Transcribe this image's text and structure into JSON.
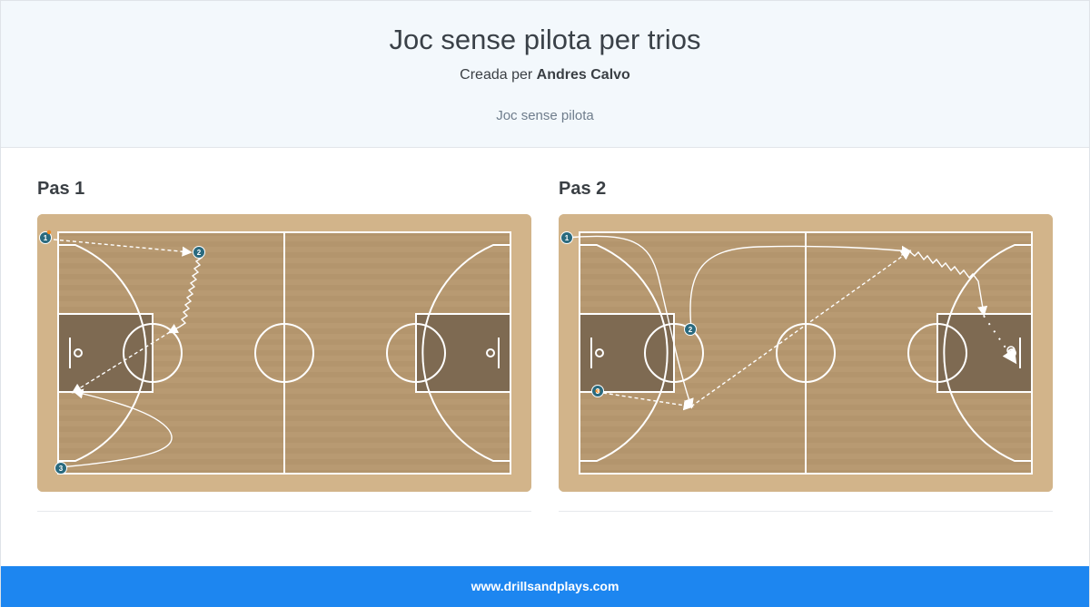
{
  "header": {
    "title": "Joc sense pilota per trios",
    "byline_prefix": "Creada per",
    "author": "Andres Calvo",
    "subtitle": "Joc sense pilota"
  },
  "steps": [
    {
      "title": "Pas 1",
      "players": [
        {
          "label": "1",
          "has_ball": true
        },
        {
          "label": "2",
          "has_ball": false
        },
        {
          "label": "3",
          "has_ball": false
        }
      ]
    },
    {
      "title": "Pas 2",
      "players": [
        {
          "label": "1",
          "has_ball": false
        },
        {
          "label": "2",
          "has_ball": false
        },
        {
          "label": "3",
          "has_ball": true
        }
      ]
    }
  ],
  "footer": {
    "site": "www.drillsandplays.com"
  },
  "colors": {
    "court": "#b89a72",
    "paint": "#7e6a52",
    "player": "#2a6a7e",
    "footer": "#1d86f0"
  }
}
